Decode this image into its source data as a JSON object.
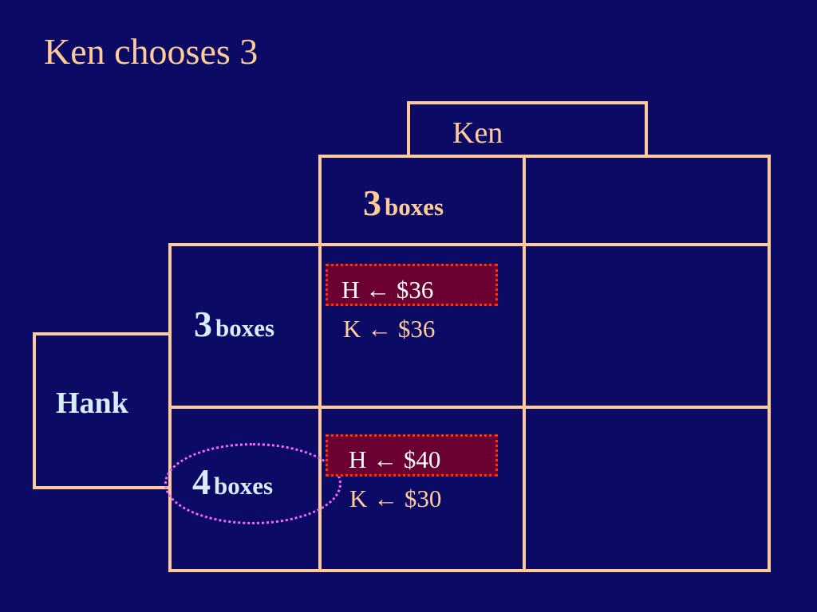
{
  "title": "Ken chooses 3",
  "colors": {
    "background": "#0b0b66",
    "lines": "#ffcc99",
    "highlight": "#6b0033",
    "highlight_border": "#ff3300",
    "ellipse": "#ff66ff"
  },
  "col_player": {
    "name": "Ken",
    "options": [
      {
        "num": "3",
        "unit": "boxes"
      },
      {
        "num": "",
        "unit": ""
      }
    ]
  },
  "row_player": {
    "name": "Hank",
    "options": [
      {
        "num": "3",
        "unit": "boxes"
      },
      {
        "num": "4",
        "unit": "boxes"
      }
    ]
  },
  "cells": {
    "r1c1": {
      "h": "H ← $36",
      "k": "K ← $36"
    },
    "r2c1": {
      "h": "H ← $40",
      "k": "K ← $30"
    }
  }
}
